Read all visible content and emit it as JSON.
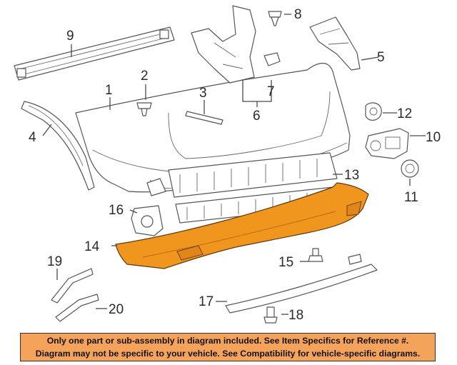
{
  "callouts": {
    "c1": "1",
    "c2": "2",
    "c3": "3",
    "c4": "4",
    "c5": "5",
    "c6": "6",
    "c7": "7",
    "c8": "8",
    "c9": "9",
    "c10": "10",
    "c11": "11",
    "c12": "12",
    "c13": "13",
    "c14": "14",
    "c15": "15",
    "c16": "16",
    "c17": "17",
    "c18": "18",
    "c19": "19",
    "c20": "20"
  },
  "footer": {
    "line1": "Only one part or sub-assembly in diagram included. See Item Specifics for Reference #.",
    "line2": "Diagram may not be specific to your vehicle. See Compatibility for vehicle-specific diagrams."
  },
  "colors": {
    "highlight_part": "#f0951d",
    "footer_bg": "#f5a35b",
    "line_art": "#4a4a4a"
  }
}
